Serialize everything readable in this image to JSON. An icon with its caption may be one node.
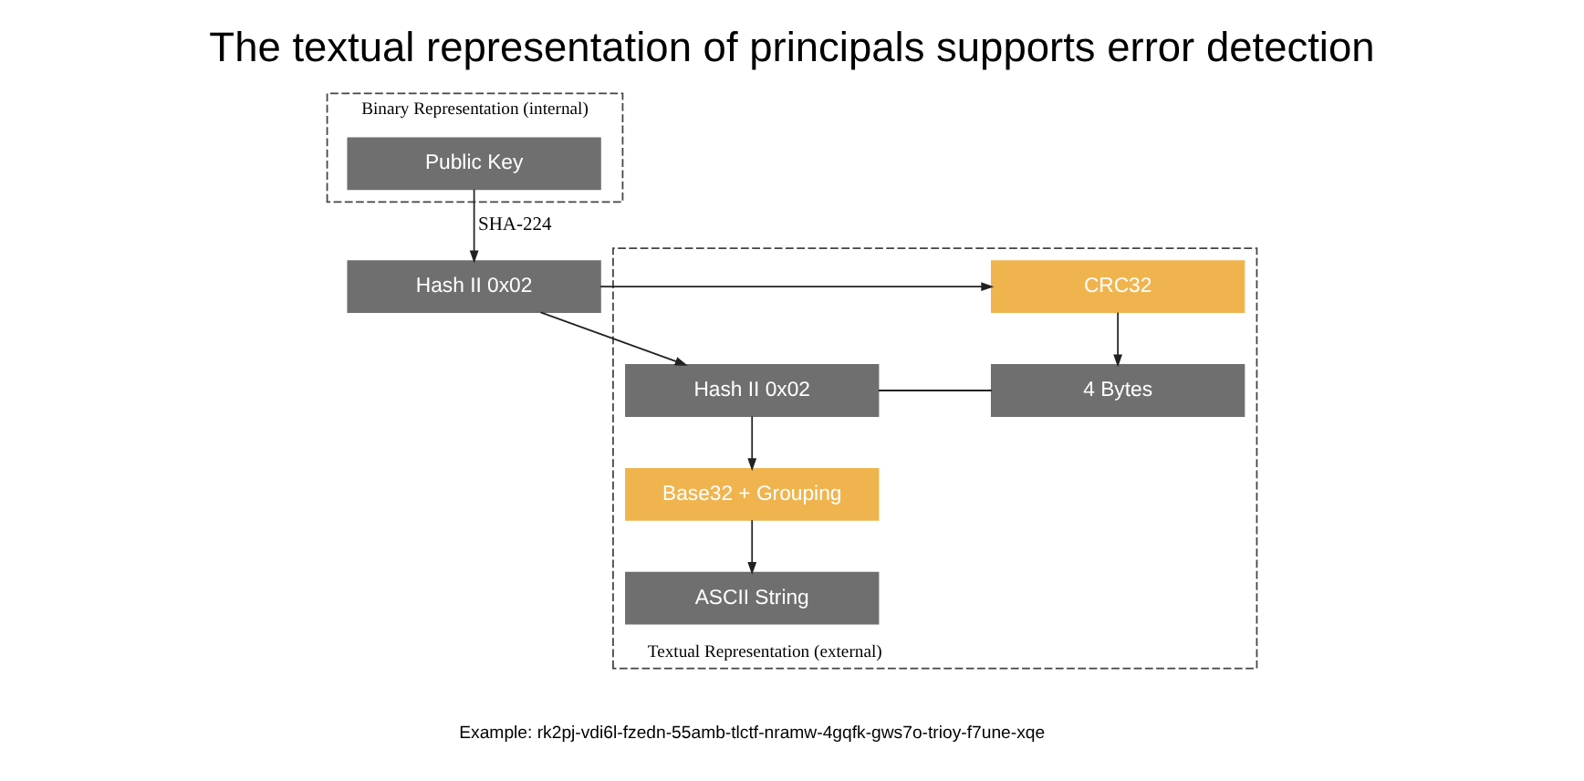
{
  "diagram": {
    "title": "The textual representation of principals supports error detection",
    "nodes": [
      {
        "text": [
          "Binary Representation (internal)"
        ]
      },
      {
        "text": [
          "Public Key"
        ],
        "in": 0
      },
      {
        "text": [
          "Textual Representation (external)"
        ]
      },
      {
        "text": [
          "CRC32"
        ],
        "in": 2
      },
      {
        "text": [
          "Hash II 0x02"
        ]
      },
      {
        "text": [
          "4 Bytes"
        ],
        "in": 2
      },
      {
        "text": [
          "Hash II 0x02"
        ],
        "in": 2
      },
      {
        "text": [
          "Base32 + Grouping"
        ],
        "in": 2
      },
      {
        "text": [
          "ASCII String"
        ],
        "in": 2
      }
    ],
    "edges": [
      {
        "from": 1,
        "to": 4,
        "arrow": "to",
        "label": "SHA-224"
      },
      {
        "from": 4,
        "to": 3,
        "arrow": "to"
      },
      {
        "from": 3,
        "to": 5,
        "arrow": "to"
      },
      {
        "from": 4,
        "to": 6,
        "arrow": "to"
      },
      {
        "from": 5,
        "to": 6,
        "arrow": "none"
      },
      {
        "from": 6,
        "to": 7,
        "arrow": "to"
      },
      {
        "from": 7,
        "to": 8,
        "arrow": "to"
      }
    ],
    "labels": [
      "Example: rk2pj-vdi6l-fzedn-55amb-tlctf-nramw-4gqfk-gws7o-trioy-f7une-xqe"
    ]
  }
}
